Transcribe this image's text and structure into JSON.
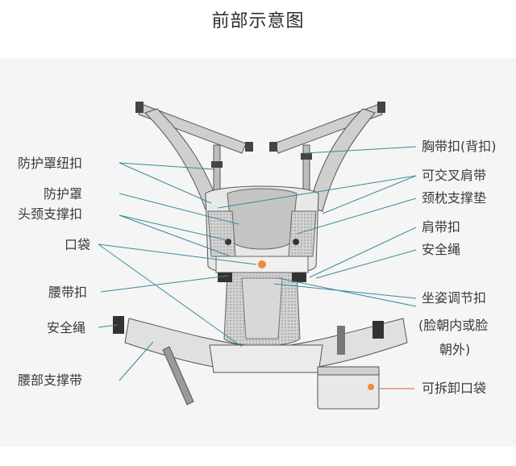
{
  "title": "前部示意图",
  "labels_left": [
    "防护罩纽扣",
    "防护罩",
    "头颈支撑扣",
    "口袋",
    "腰带扣",
    "安全绳",
    "腰部支撑带"
  ],
  "labels_right": [
    "胸带扣(背扣)",
    "可交叉肩带",
    "颈枕支撑垫",
    "肩带扣",
    "安全绳",
    "坐姿调节扣",
    "(脸朝内或脸",
    "朝外)",
    "可拆卸口袋"
  ],
  "colors": {
    "leader_line": "#3a8a9a",
    "pocket_leader": "#e07a5a",
    "logo": "#f08a3c",
    "panel": "#f5f5f5"
  }
}
